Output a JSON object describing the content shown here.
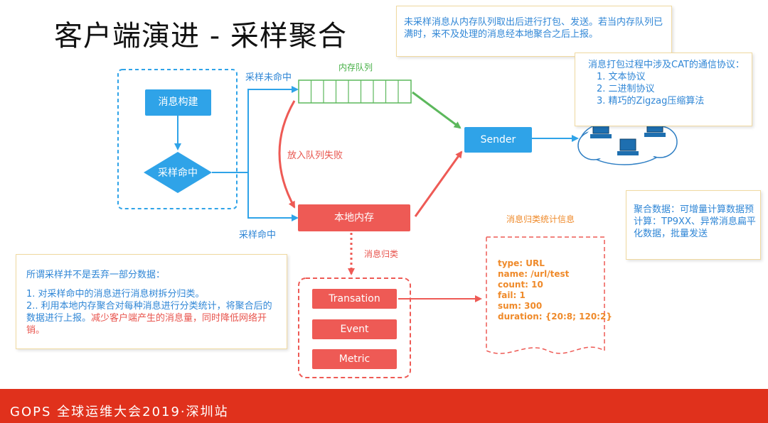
{
  "title": "客户端演进 - 采样聚合",
  "notes": {
    "top": "未采样消息从内存队列取出后进行打包、发送。若当内存队列已满时，来不及处理的消息经本地聚合之后上报。",
    "protocol_title": "消息打包过程中涉及CAT的通信协议：",
    "protocol_items": [
      "1. 文本协议",
      "2. 二进制协议",
      "3. 精巧的Zigzag压缩算法"
    ],
    "aggregate": "聚合数据：可增量计算数据预计算：TP9XX、异常消息扁平化数据，批量发送",
    "sampling_line1": "所谓采样并不是丢弃一部分数据：",
    "sampling_line2": "1.  对采样命中的消息进行消息树拆分归类。",
    "sampling_line3": "2..  利用本地内存聚合对每种消息进行分类统计，将聚合后的数据进行上报。",
    "sampling_line3_red": "减少客户端产生的消息量，同时降低网络开销。"
  },
  "nodes": {
    "build": "消息构建",
    "hit": "采样命中",
    "queue": "内存队列",
    "sender": "Sender",
    "local": "本地内存",
    "transation": "Transation",
    "event": "Event",
    "metric": "Metric"
  },
  "labels": {
    "miss": "采样未命中",
    "hit": "采样命中",
    "fail": "放入队列失败",
    "classify": "消息归类",
    "stats_title": "消息归类统计信息"
  },
  "stats": [
    "type: URL",
    "name: /url/test",
    "count: 10",
    "fail: 1",
    "sum: 300",
    "duration: {20:8; 120:2}"
  ],
  "footer": "GOPS 全球运维大会2019·深圳站",
  "colors": {
    "blue": "#2fa3e8",
    "red": "#ee5a55",
    "green": "#5cb85c",
    "orange": "#ef8a2a",
    "footer": "#e0311c"
  }
}
